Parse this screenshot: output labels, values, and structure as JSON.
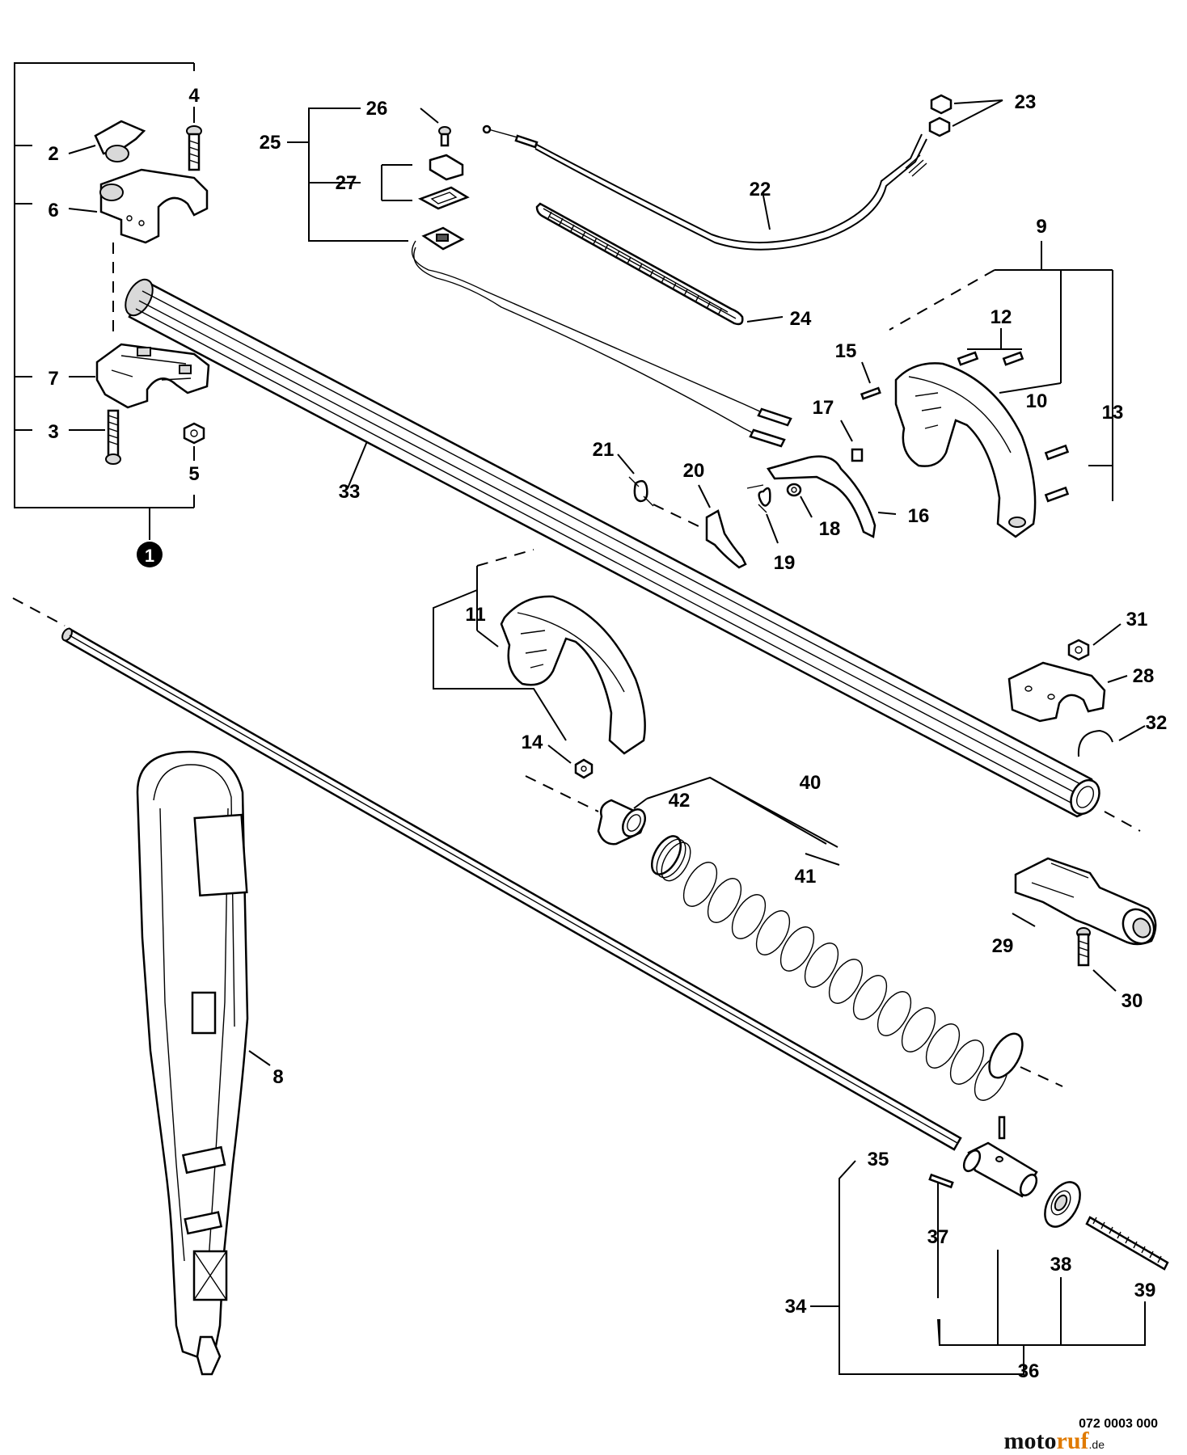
{
  "diagram": {
    "drawing_code": "072 0003 000",
    "watermark": {
      "main": "moto",
      "accent": "ruf",
      "suffix": ".de"
    },
    "assembly_marker": "1",
    "part_labels": {
      "l2": "2",
      "l3": "3",
      "l4": "4",
      "l5": "5",
      "l6": "6",
      "l7": "7",
      "l8": "8",
      "l9": "9",
      "l10": "10",
      "l11": "11",
      "l12": "12",
      "l13": "13",
      "l14": "14",
      "l15": "15",
      "l16": "16",
      "l17": "17",
      "l18": "18",
      "l19": "19",
      "l20": "20",
      "l21": "21",
      "l22": "22",
      "l23": "23",
      "l24": "24",
      "l25": "25",
      "l26": "26",
      "l27": "27",
      "l28": "28",
      "l29": "29",
      "l30": "30",
      "l31": "31",
      "l32": "32",
      "l33": "33",
      "l34": "34",
      "l35": "35",
      "l36": "36",
      "l37": "37",
      "l38": "38",
      "l39": "39",
      "l40": "40",
      "l41": "41",
      "l42": "42"
    },
    "colors": {
      "line": "#000000",
      "background": "#ffffff",
      "brand_accent": "#e07a00"
    }
  }
}
